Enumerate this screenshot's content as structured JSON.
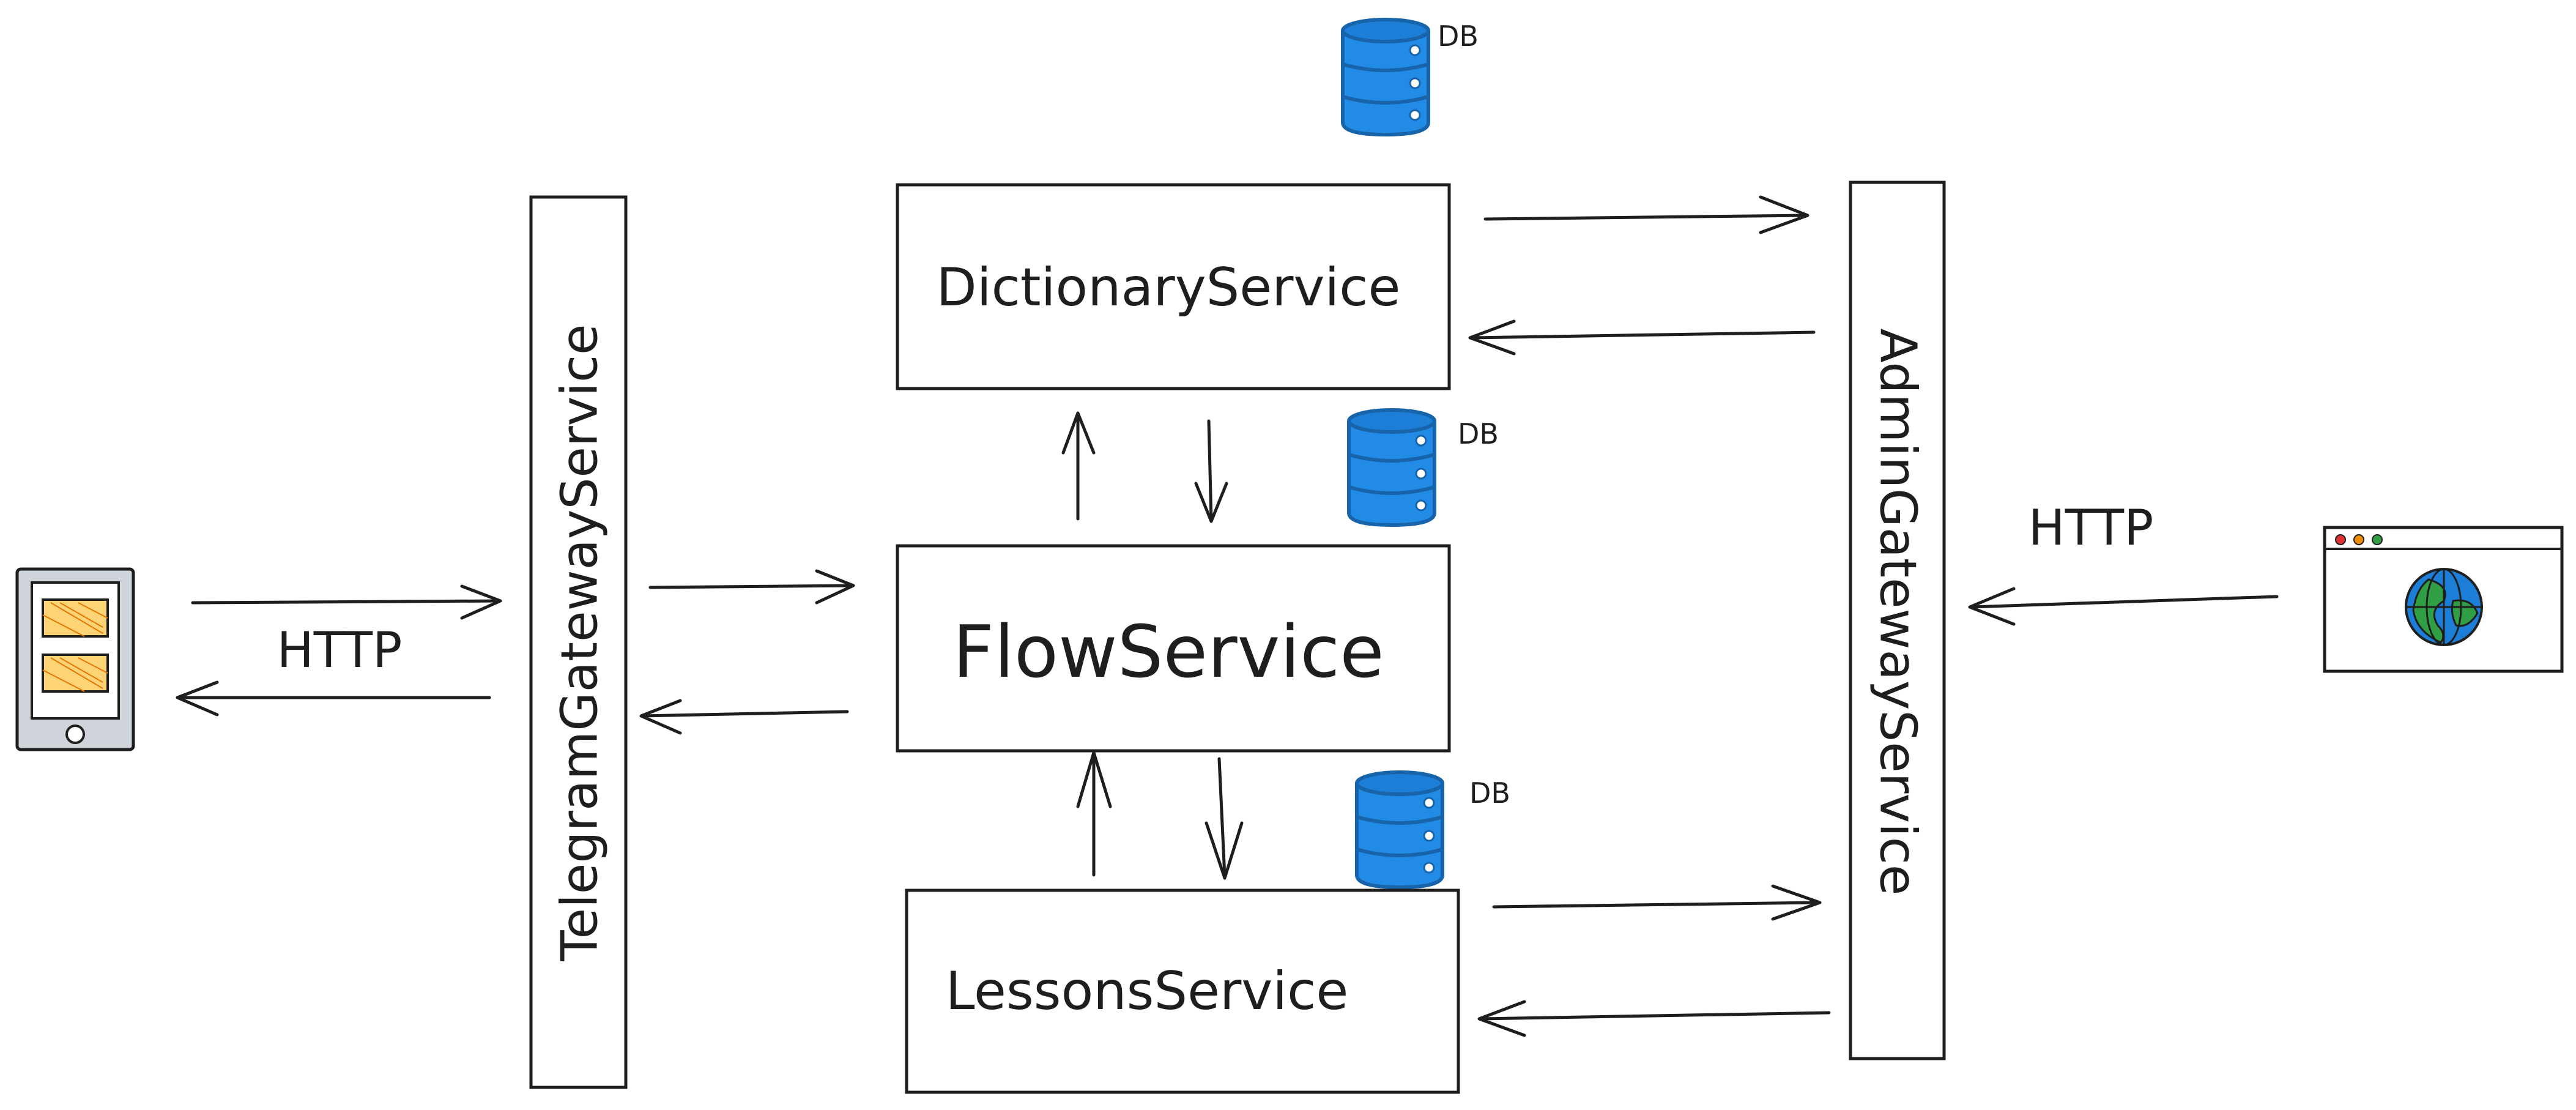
{
  "services": {
    "dictionary": "DictionaryService",
    "flow": "FlowService",
    "lessons": "LessonsService",
    "telegram_gateway": "TelegramGatewayService",
    "admin_gateway": "AdminGatewayService"
  },
  "databases": {
    "dictionary_db": "DB",
    "flow_db": "DB",
    "lessons_db": "DB"
  },
  "protocols": {
    "mobile_link": "HTTP",
    "browser_link": "HTTP"
  },
  "clients": {
    "mobile_icon": "tablet-icon",
    "browser_icon": "browser-globe-icon"
  },
  "colors": {
    "db_fill": "#1971c2",
    "db_fill_light": "#228be6",
    "stroke": "#1e1e1e",
    "device_fill": "#ced4da",
    "device_block": "#fab005",
    "globe_blue": "#1c7ed6",
    "globe_green": "#2f9e44"
  }
}
